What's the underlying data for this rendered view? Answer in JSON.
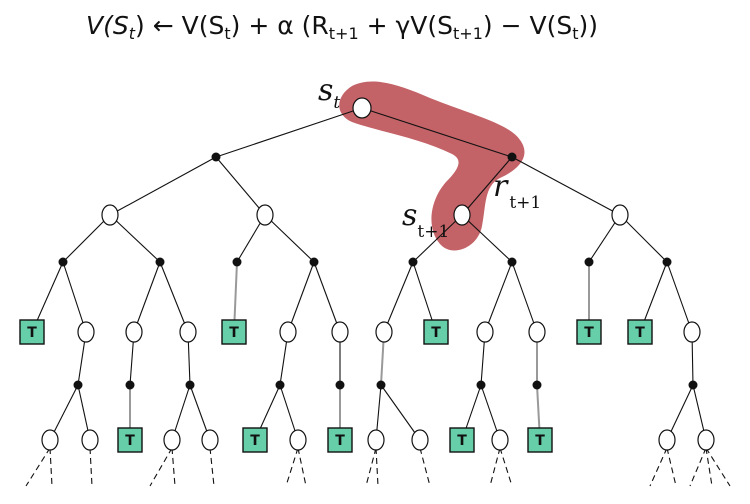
{
  "formula": {
    "lhs": "V(S",
    "lhs_sub": "t",
    "arrow": ") ← V(S",
    "mid_sub": "t",
    "plus_alpha": ") + α (R",
    "r_sub": "t+1",
    "plus_gamma": " + γV(S",
    "g_sub": "t+1",
    "minus": ") − V(S",
    "end_sub": "t",
    "close": "))"
  },
  "labels": {
    "s": "s",
    "s_t_sub": "t",
    "r": "r",
    "r_sub": "t+1",
    "s_next_sub": "t+1"
  },
  "terminal_label": "T",
  "colors": {
    "highlight": "#b9474c",
    "terminal": "#66cfaa"
  }
}
